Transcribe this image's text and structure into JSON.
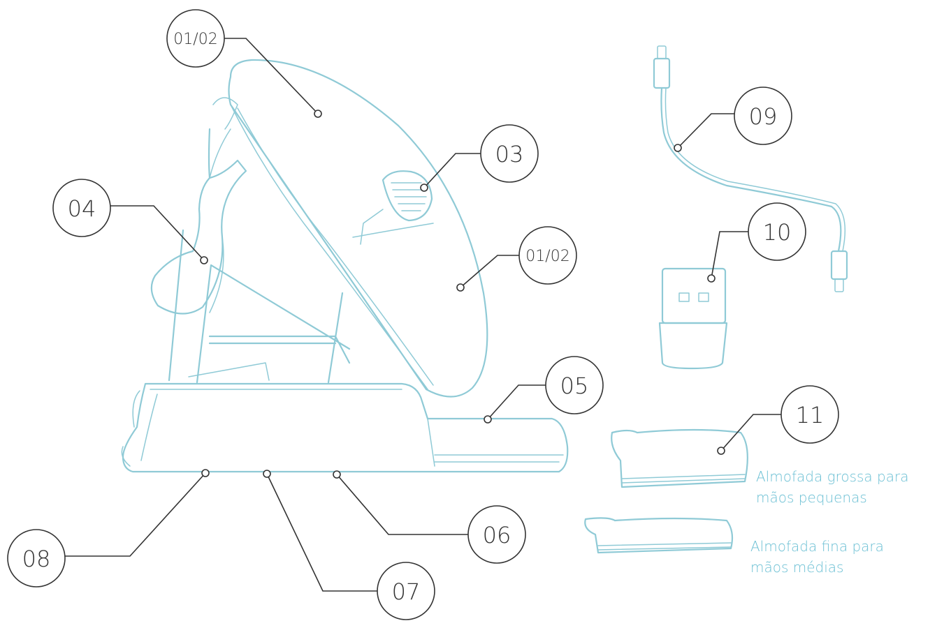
{
  "callouts": [
    {
      "id": "c1",
      "label": "01/02"
    },
    {
      "id": "c2",
      "label": "03"
    },
    {
      "id": "c3",
      "label": "04"
    },
    {
      "id": "c4",
      "label": "01/02"
    },
    {
      "id": "c5",
      "label": "05"
    },
    {
      "id": "c6",
      "label": "06"
    },
    {
      "id": "c7",
      "label": "07"
    },
    {
      "id": "c8",
      "label": "08"
    },
    {
      "id": "c9",
      "label": "09"
    },
    {
      "id": "c10",
      "label": "10"
    },
    {
      "id": "c11",
      "label": "11"
    }
  ],
  "captions": {
    "thick_pad": [
      "Almofada grossa para",
      "mãos pequenas"
    ],
    "thin_pad": [
      "Almofada fina para",
      "mãos médias"
    ]
  },
  "colors": {
    "outline": "#8fcad6",
    "caption": "#6cc0d4",
    "callout": "#333333"
  }
}
